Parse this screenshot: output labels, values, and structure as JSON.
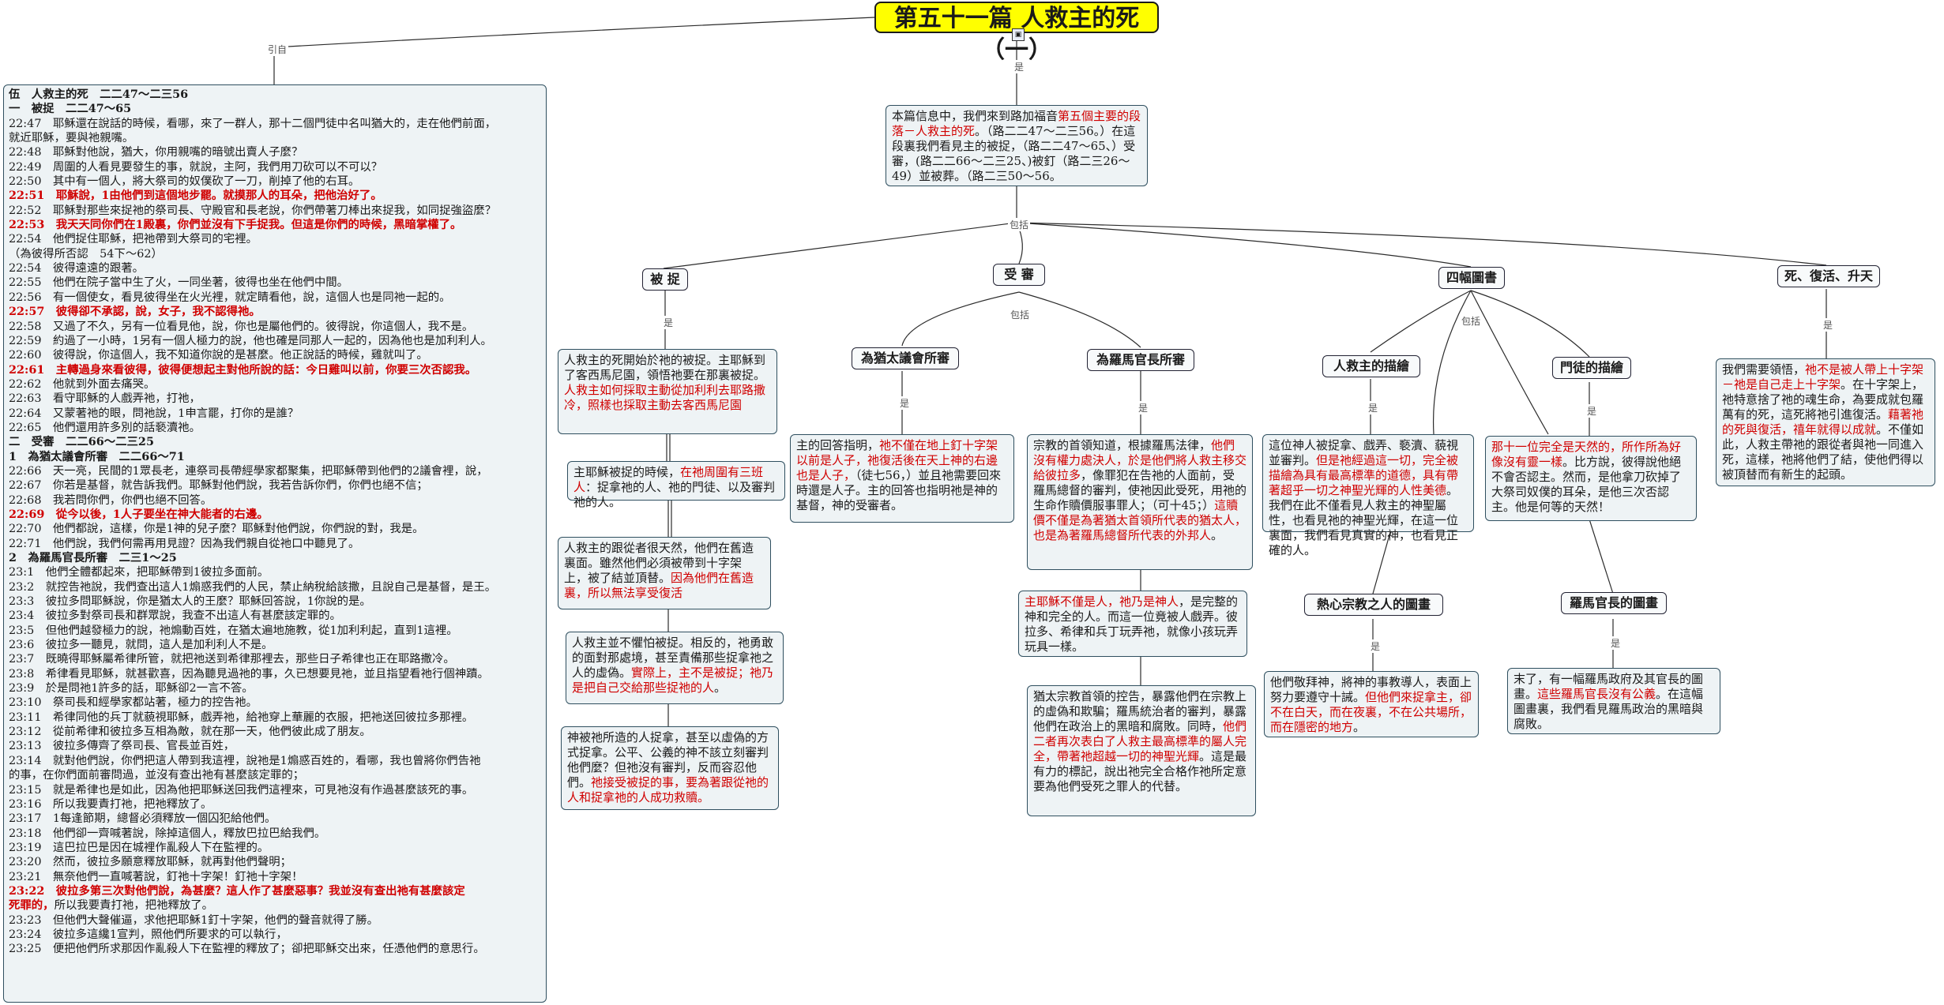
{
  "title": "第五十一篇 人救主的死（一）",
  "root_icon": "▣",
  "relations": {
    "left": "引自",
    "main": "是",
    "include": "包括",
    "is": "是"
  },
  "left_note": [
    {
      "t": "伍　人救主的死　二二47～二三56",
      "s": "hd"
    },
    {
      "t": "一　被捉　二二47～65",
      "s": "hd"
    },
    {
      "t": "22:47　耶穌還在說話的時候，看哪，來了一群人，那十二個門徒中名叫猶大的，走在他們前面，",
      "s": ""
    },
    {
      "t": "就近耶穌，要與祂親嘴。",
      "s": ""
    },
    {
      "t": "22:48　耶穌對他說，猶大，你用親嘴的暗號出賣人子麼？",
      "s": ""
    },
    {
      "t": "22:49　周圍的人看見要發生的事，就說，主阿，我們用刀砍可以不可以？",
      "s": ""
    },
    {
      "t": "22:50　其中有一個人，將大祭司的奴僕砍了一刀，削掉了他的右耳。",
      "s": ""
    },
    {
      "t": "22:51　耶穌說，1由他們到這個地步罷。就摸那人的耳朵，把他治好了。",
      "s": "red"
    },
    {
      "t": "22:52　耶穌對那些來捉祂的祭司長、守殿官和長老說，你們帶著刀棒出來捉我，如同捉強盜麼？",
      "s": ""
    },
    {
      "t": "22:53　我天天同你們在1殿裏，你們並沒有下手捉我。但這是你們的時候，黑暗掌權了。",
      "s": "red"
    },
    {
      "t": "22:54　他們捉住耶穌，把祂帶到大祭司的宅裡。",
      "s": ""
    },
    {
      "t": "（為彼得所否認　54下～62）",
      "s": ""
    },
    {
      "t": "22:54　彼得遠遠的跟著。",
      "s": ""
    },
    {
      "t": "22:55　他們在院子當中生了火，一同坐著，彼得也坐在他們中間。",
      "s": ""
    },
    {
      "t": "22:56　有一個使女，看見彼得坐在火光裡，就定睛看他，說，這個人也是同祂一起的。",
      "s": ""
    },
    {
      "t": "22:57　彼得卻不承認，說，女子，我不認得祂。",
      "s": "red"
    },
    {
      "t": "22:58　又過了不久，另有一位看見他，說，你也是屬他們的。彼得說，你這個人，我不是。",
      "s": ""
    },
    {
      "t": "22:59　約過了一小時，1另有一個人極力的說，他也確是同那人一起的，因為他也是加利利人。",
      "s": ""
    },
    {
      "t": "22:60　彼得說，你這個人，我不知道你說的是甚麼。他正說話的時候，雞就叫了。",
      "s": ""
    },
    {
      "t": "22:61　主轉過身來看彼得，彼得便想起主對他所說的話：今日雞叫以前，你要三次否認我。",
      "s": "red"
    },
    {
      "t": "22:62　他就到外面去痛哭。",
      "s": ""
    },
    {
      "t": "22:63　看守耶穌的人戲弄祂，打祂，",
      "s": ""
    },
    {
      "t": "22:64　又蒙著祂的眼，問祂說，1申言罷，打你的是誰？",
      "s": ""
    },
    {
      "t": "22:65　他們還用許多別的話褻瀆祂。",
      "s": ""
    },
    {
      "t": "二　受審　二二66～二三25",
      "s": "hd"
    },
    {
      "t": "1　為猶太議會所審　二二66～71",
      "s": "hd"
    },
    {
      "t": "22:66　天一亮，民間的1眾長老，連祭司長帶經學家都聚集，把耶穌帶到他們的2議會裡，說，",
      "s": ""
    },
    {
      "t": "22:67　你若是基督，就告訴我們。耶穌對他們說，我若告訴你們，你們也絕不信；",
      "s": ""
    },
    {
      "t": "22:68　我若問你們，你們也絕不回答。",
      "s": ""
    },
    {
      "t": "22:69　從今以後，1人子要坐在神大能者的右邊。",
      "s": "red"
    },
    {
      "t": "22:70　他們都說，這樣，你是1神的兒子麼？耶穌對他們說，你們說的對，我是。",
      "s": ""
    },
    {
      "t": "22:71　他們說，我們何需再用見證？因為我們親自從祂口中聽見了。",
      "s": ""
    },
    {
      "t": "2　為羅馬官長所審　二三1～25",
      "s": "hd"
    },
    {
      "t": "23:1　他們全體都起來，把耶穌帶到1彼拉多面前。",
      "s": ""
    },
    {
      "t": "23:2　就控告祂說，我們查出這人1煽惑我們的人民，禁止納稅給該撒，且說自己是基督，是王。",
      "s": ""
    },
    {
      "t": "23:3　彼拉多問耶穌說，你是猶太人的王麼？耶穌回答說，1你說的是。",
      "s": ""
    },
    {
      "t": "23:4　彼拉多對祭司長和群眾說，我查不出這人有甚麼該定罪的。",
      "s": ""
    },
    {
      "t": "23:5　但他們越發極力的說，祂煽動百姓，在猶太遍地施教，從1加利利起，直到1這裡。",
      "s": ""
    },
    {
      "t": "23:6　彼拉多一聽見，就問，這人是加利利人不是。",
      "s": ""
    },
    {
      "t": "23:7　既曉得耶穌屬希律所管，就把祂送到希律那裡去，那些日子希律也正在耶路撒冷。",
      "s": ""
    },
    {
      "t": "23:8　希律看見耶穌，就甚歡喜，因為聽見過祂的事，久已想要見祂，並且指望看祂行個神蹟。",
      "s": ""
    },
    {
      "t": "23:9　於是問祂1許多的話，耶穌卻2一言不答。",
      "s": ""
    },
    {
      "t": "23:10　祭司長和經學家都站著，極力的控告祂。",
      "s": ""
    },
    {
      "t": "23:11　希律同他的兵丁就藐視耶穌，戲弄祂，給祂穿上華麗的衣服，把祂送回彼拉多那裡。",
      "s": ""
    },
    {
      "t": "23:12　從前希律和彼拉多互相為敵，就在那一天，他們彼此成了朋友。",
      "s": ""
    },
    {
      "t": "23:13　彼拉多傳齊了祭司長、官長並百姓，",
      "s": ""
    },
    {
      "t": "23:14　就對他們說，你們把這人帶到我這裡，說祂是1煽惑百姓的，看哪，我也曾將你們告祂",
      "s": ""
    },
    {
      "t": "的事，在你們面前審問過，並沒有查出祂有甚麼該定罪的；",
      "s": ""
    },
    {
      "t": "23:15　就是希律也是如此，因為他把耶穌送回我們這裡來，可見祂沒有作過甚麼該死的事。",
      "s": ""
    },
    {
      "t": "23:16　所以我要責打祂，把祂釋放了。",
      "s": ""
    },
    {
      "t": "23:17　1每逢節期，總督必須釋放一個囚犯給他們。",
      "s": ""
    },
    {
      "t": "23:18　他們卻一齊喊著說，除掉這個人，釋放巴拉巴給我們。",
      "s": ""
    },
    {
      "t": "23:19　這巴拉巴是因在城裡作亂殺人下在監裡的。",
      "s": ""
    },
    {
      "t": "23:20　然而，彼拉多願意釋放耶穌，就再對他們聲明；",
      "s": ""
    },
    {
      "t": "23:21　無奈他們一直喊著說，釘祂十字架！釘祂十字架！",
      "s": ""
    },
    {
      "t": "23:22　彼拉多第三次對他們說，為甚麼？這人作了甚麼惡事？我並沒有查出祂有甚麼該定",
      "s": "red"
    },
    {
      "t": "死罪的，所以我要責打祂，把祂釋放了。",
      "s": "mix"
    },
    {
      "t": "23:23　但他們大聲催逼，求他把耶穌1釘十字架，他們的聲音就得了勝。",
      "s": ""
    },
    {
      "t": "23:24　彼拉多這纔1宣判，照他們所要求的可以執行，",
      "s": ""
    },
    {
      "t": "23:25　便把他們所求那因作亂殺人下在監裡的釋放了；卻把耶穌交出來，任憑他們的意思行。",
      "s": ""
    }
  ],
  "summary": [
    {
      "t": "本篇信息中，我們來到路加福音",
      "c": ""
    },
    {
      "t": "第五個主要的段落－人救主的死",
      "c": "hl"
    },
    {
      "t": "。（路二二47～二三56。）在這段裏我們看見主的被捉，（路二二47～65、）受審，(路二二66～二三25、)被釘（路二三26～49）並被葬。（路二三50～56。",
      "c": ""
    }
  ],
  "topics": {
    "arrest": "被 捉",
    "trial": "受 審",
    "pictures": "四幅圖書",
    "death": "死、復活、升天"
  },
  "subtopics": {
    "jewish": "為猶太議會所審",
    "roman": "為羅馬官長所審",
    "savior": "人救主的描繪",
    "disciples": "門徒的描繪",
    "zealots": "熱心宗教之人的圖畫",
    "romanrulers": "羅馬官長的圖畫"
  },
  "notes": {
    "arrest1": [
      {
        "t": "人救主的死開始於祂的被捉。主耶穌到了客西馬尼園，領悟祂要在那裏被捉。",
        "c": ""
      },
      {
        "t": "人救主如何採取主動從加利利去耶路撒冷，照樣也採取主動去客西馬尼園",
        "c": "hl"
      }
    ],
    "arrest2": [
      {
        "t": "主耶穌被捉的時候，",
        "c": ""
      },
      {
        "t": "在祂周圍有三班人",
        "c": "hl"
      },
      {
        "t": "：捉拿祂的人、祂的門徒、以及審判祂的人。",
        "c": ""
      }
    ],
    "arrest3": [
      {
        "t": "人救主的跟從者很天然，他們在舊造裏面。雖然他們必須被帶到十字架上，被了結並頂替。",
        "c": ""
      },
      {
        "t": "因為他們在舊造裏，所以無法享受復活",
        "c": "hl"
      }
    ],
    "arrest4": [
      {
        "t": "人救主並不懼怕被捉。相反的，祂勇敢的面對那處境，甚至責備那些捉拿祂之人的虛偽。",
        "c": ""
      },
      {
        "t": "實際上，主不是被捉；祂乃是把自己交給那些捉祂的人",
        "c": "hl"
      },
      {
        "t": "。",
        "c": ""
      }
    ],
    "arrest5": [
      {
        "t": "神被祂所造的人捉拿，甚至以虛偽的方式捉拿。公平、公義的神不該立刻審判他們麼？但祂沒有審判，反而容忍他們。",
        "c": ""
      },
      {
        "t": "祂接受被捉的事，要為著跟從祂的人和捉拿祂的人成功救贖。",
        "c": "hl"
      }
    ],
    "jewish": [
      {
        "t": "主的回答指明，",
        "c": ""
      },
      {
        "t": "祂不僅在地上釘十字架以前是人子，祂復活後在天上神的右邊也是人子，",
        "c": "hl"
      },
      {
        "t": "（徒七56，）並且祂需要回來時還是人子。主的回答也指明祂是神的基督，神的受審者。",
        "c": ""
      }
    ],
    "roman1": [
      {
        "t": "宗教的首領知道，根據羅馬法律，",
        "c": ""
      },
      {
        "t": "他們沒有權力處決人，於是他們將人救主移交給彼拉多",
        "c": "hl"
      },
      {
        "t": "，像罪犯在告祂的人面前，受羅馬總督的審判，使祂因此受死，用祂的生命作贖價服事罪人；（可十45；）",
        "c": ""
      },
      {
        "t": "這贖價不僅是為著猶太首領所代表的猶太人，也是為著羅馬總督所代表的外邦人",
        "c": "hl"
      },
      {
        "t": "。",
        "c": ""
      }
    ],
    "roman2": [
      {
        "t": "主耶穌不僅是人，祂乃是神人",
        "c": "hl"
      },
      {
        "t": "，是完整的神和完全的人。而這一位竟被人戲弄。彼拉多、希律和兵丁玩弄祂，就像小孩玩弄玩具一樣。",
        "c": ""
      }
    ],
    "roman3": [
      {
        "t": "猶太宗教首領的控告，暴露他們在宗教上的虛偽和欺騙；羅馬統治者的審判，暴露他們在政治上的黑暗和腐敗。同時，",
        "c": ""
      },
      {
        "t": "他們二者再次表白了人救主最高標準的屬人完全，帶著祂超越一切的神聖光輝",
        "c": "hl"
      },
      {
        "t": "。這是最有力的標記，說出祂完全合格作祂所定意要為他們受死之罪人的代替。",
        "c": ""
      }
    ],
    "savior": [
      {
        "t": "這位神人被捉拿、戲弄、褻瀆、藐視並審判。",
        "c": ""
      },
      {
        "t": "但是祂經過這一切，完全被描繪為具有最高標準的道德，具有帶著超乎一切之神聖光輝的人性美德",
        "c": "hl"
      },
      {
        "t": "。我們在此不僅看見人救主的神聖屬性，也看見祂的神聖光輝，在這一位裏面，我們看見真實的神，也看見正確的人。",
        "c": ""
      }
    ],
    "disciples": [
      {
        "t": "那十一位完全是天然的，所作所為好像沒有靈一樣",
        "c": "hl"
      },
      {
        "t": "。比方說，彼得說他絕不會否認主。然而，是他拿刀砍掉了大祭司奴僕的耳朵，是他三次否認主。他是何等的天然！",
        "c": ""
      }
    ],
    "zealots": [
      {
        "t": "他們敬拜神，將神的事教導人，表面上努力要遵守十誡。",
        "c": ""
      },
      {
        "t": "但他們來捉拿主，卻不在白天，而在夜裏，不在公共場所，而在隱密的地方",
        "c": "hl"
      },
      {
        "t": "。",
        "c": ""
      }
    ],
    "romanrulers": [
      {
        "t": "末了，有一幅羅馬政府及其官長的圖畫。",
        "c": ""
      },
      {
        "t": "這些羅馬官長沒有公義",
        "c": "hl"
      },
      {
        "t": "。在這幅圖畫裏，我們看見羅馬政治的黑暗與腐敗。",
        "c": ""
      }
    ],
    "death": [
      {
        "t": "我們需要領悟，",
        "c": ""
      },
      {
        "t": "祂不是被人帶上十字架－祂是自己走上十字架",
        "c": "hl"
      },
      {
        "t": "。在十字架上，祂特意捨了祂的魂生命，為要成就包羅萬有的死，這死將祂引進復活。",
        "c": ""
      },
      {
        "t": "藉著祂的死與復活，禧年就得以成就",
        "c": "hl"
      },
      {
        "t": "。不僅如此，人救主帶祂的跟從者與祂一同進入死，這樣，祂將他們了結，使他們得以被頂替而有新生的起頭。",
        "c": ""
      }
    ]
  }
}
